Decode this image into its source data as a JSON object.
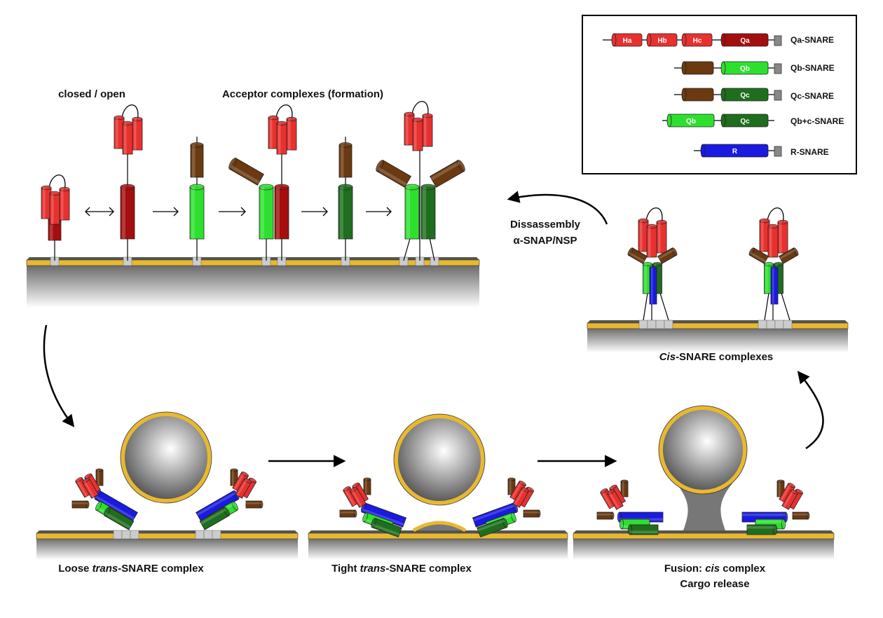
{
  "legend": {
    "items": [
      {
        "label": "Qa-SNARE",
        "domains": [
          "Ha",
          "Hb",
          "Hc",
          "Qa"
        ]
      },
      {
        "label": "Qb-SNARE",
        "domains": [
          "",
          "Qb"
        ]
      },
      {
        "label": "Qc-SNARE",
        "domains": [
          "",
          "Qc"
        ]
      },
      {
        "label": "Qb+c-SNARE",
        "domains": [
          "Qb",
          "Qc"
        ]
      },
      {
        "label": "R-SNARE",
        "domains": [
          "R"
        ]
      }
    ]
  },
  "labels": {
    "closed_open": "closed / open",
    "acceptor": "Acceptor complexes (formation)",
    "disassembly_1": "Dissassembly",
    "disassembly_2": "α-SNAP/NSP",
    "cis_italic": "Cis",
    "cis_rest": "-SNARE complexes",
    "loose_1": "Loose ",
    "loose_italic": "trans",
    "loose_2": "-SNARE complex",
    "tight_1": "Tight ",
    "tight_italic": "trans",
    "tight_2": "-SNARE complex",
    "fusion_1": "Fusion: ",
    "fusion_italic": "cis",
    "fusion_2": " complex",
    "cargo": "Cargo release"
  },
  "colors": {
    "habc_red": "#e8312f",
    "qa_darkred": "#a50e0e",
    "qb_green": "#2ee02e",
    "qc_darkgreen": "#1e6e1e",
    "n_brown": "#6b3a10",
    "r_blue": "#1a1ae0",
    "membrane_yellow": "#e8b830",
    "membrane_dark": "#555555",
    "anchor_gray": "#cccccc"
  }
}
